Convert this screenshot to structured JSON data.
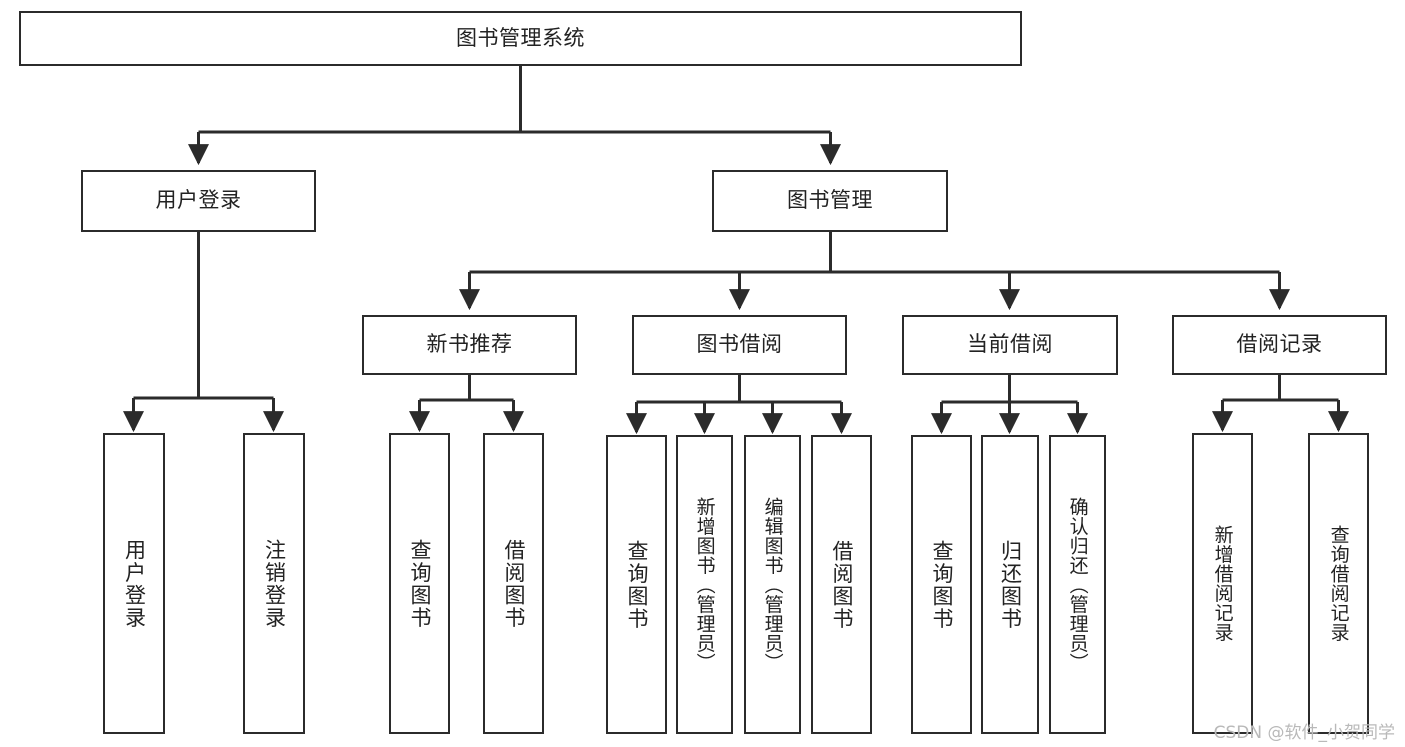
{
  "diagram": {
    "type": "tree-hierarchy-chart",
    "title": "图书管理系统",
    "background_color": "#ffffff",
    "line_color": "#2b2b2b",
    "text_color": "#222222",
    "root": {
      "label": "图书管理系统"
    },
    "level2": [
      {
        "label": "用户登录"
      },
      {
        "label": "图书管理"
      }
    ],
    "level3": [
      {
        "label": "新书推荐"
      },
      {
        "label": "图书借阅"
      },
      {
        "label": "当前借阅"
      },
      {
        "label": "借阅记录"
      }
    ],
    "leaves": {
      "user_login": [
        {
          "label": "用户登录"
        },
        {
          "label": "注销登录"
        }
      ],
      "new_book_recommend": [
        {
          "label": "查询图书"
        },
        {
          "label": "借阅图书"
        }
      ],
      "book_borrow": [
        {
          "label": "查询图书"
        },
        {
          "label": "新增图书（管理员）"
        },
        {
          "label": "编辑图书（管理员）"
        },
        {
          "label": "借阅图书"
        }
      ],
      "current_borrow": [
        {
          "label": "查询图书"
        },
        {
          "label": "归还图书"
        },
        {
          "label": "确认归还（管理员）"
        }
      ],
      "borrow_record": [
        {
          "label": "新增借阅记录"
        },
        {
          "label": "查询借阅记录"
        }
      ]
    }
  },
  "watermark": {
    "text": "CSDN @软件_小贺同学"
  }
}
